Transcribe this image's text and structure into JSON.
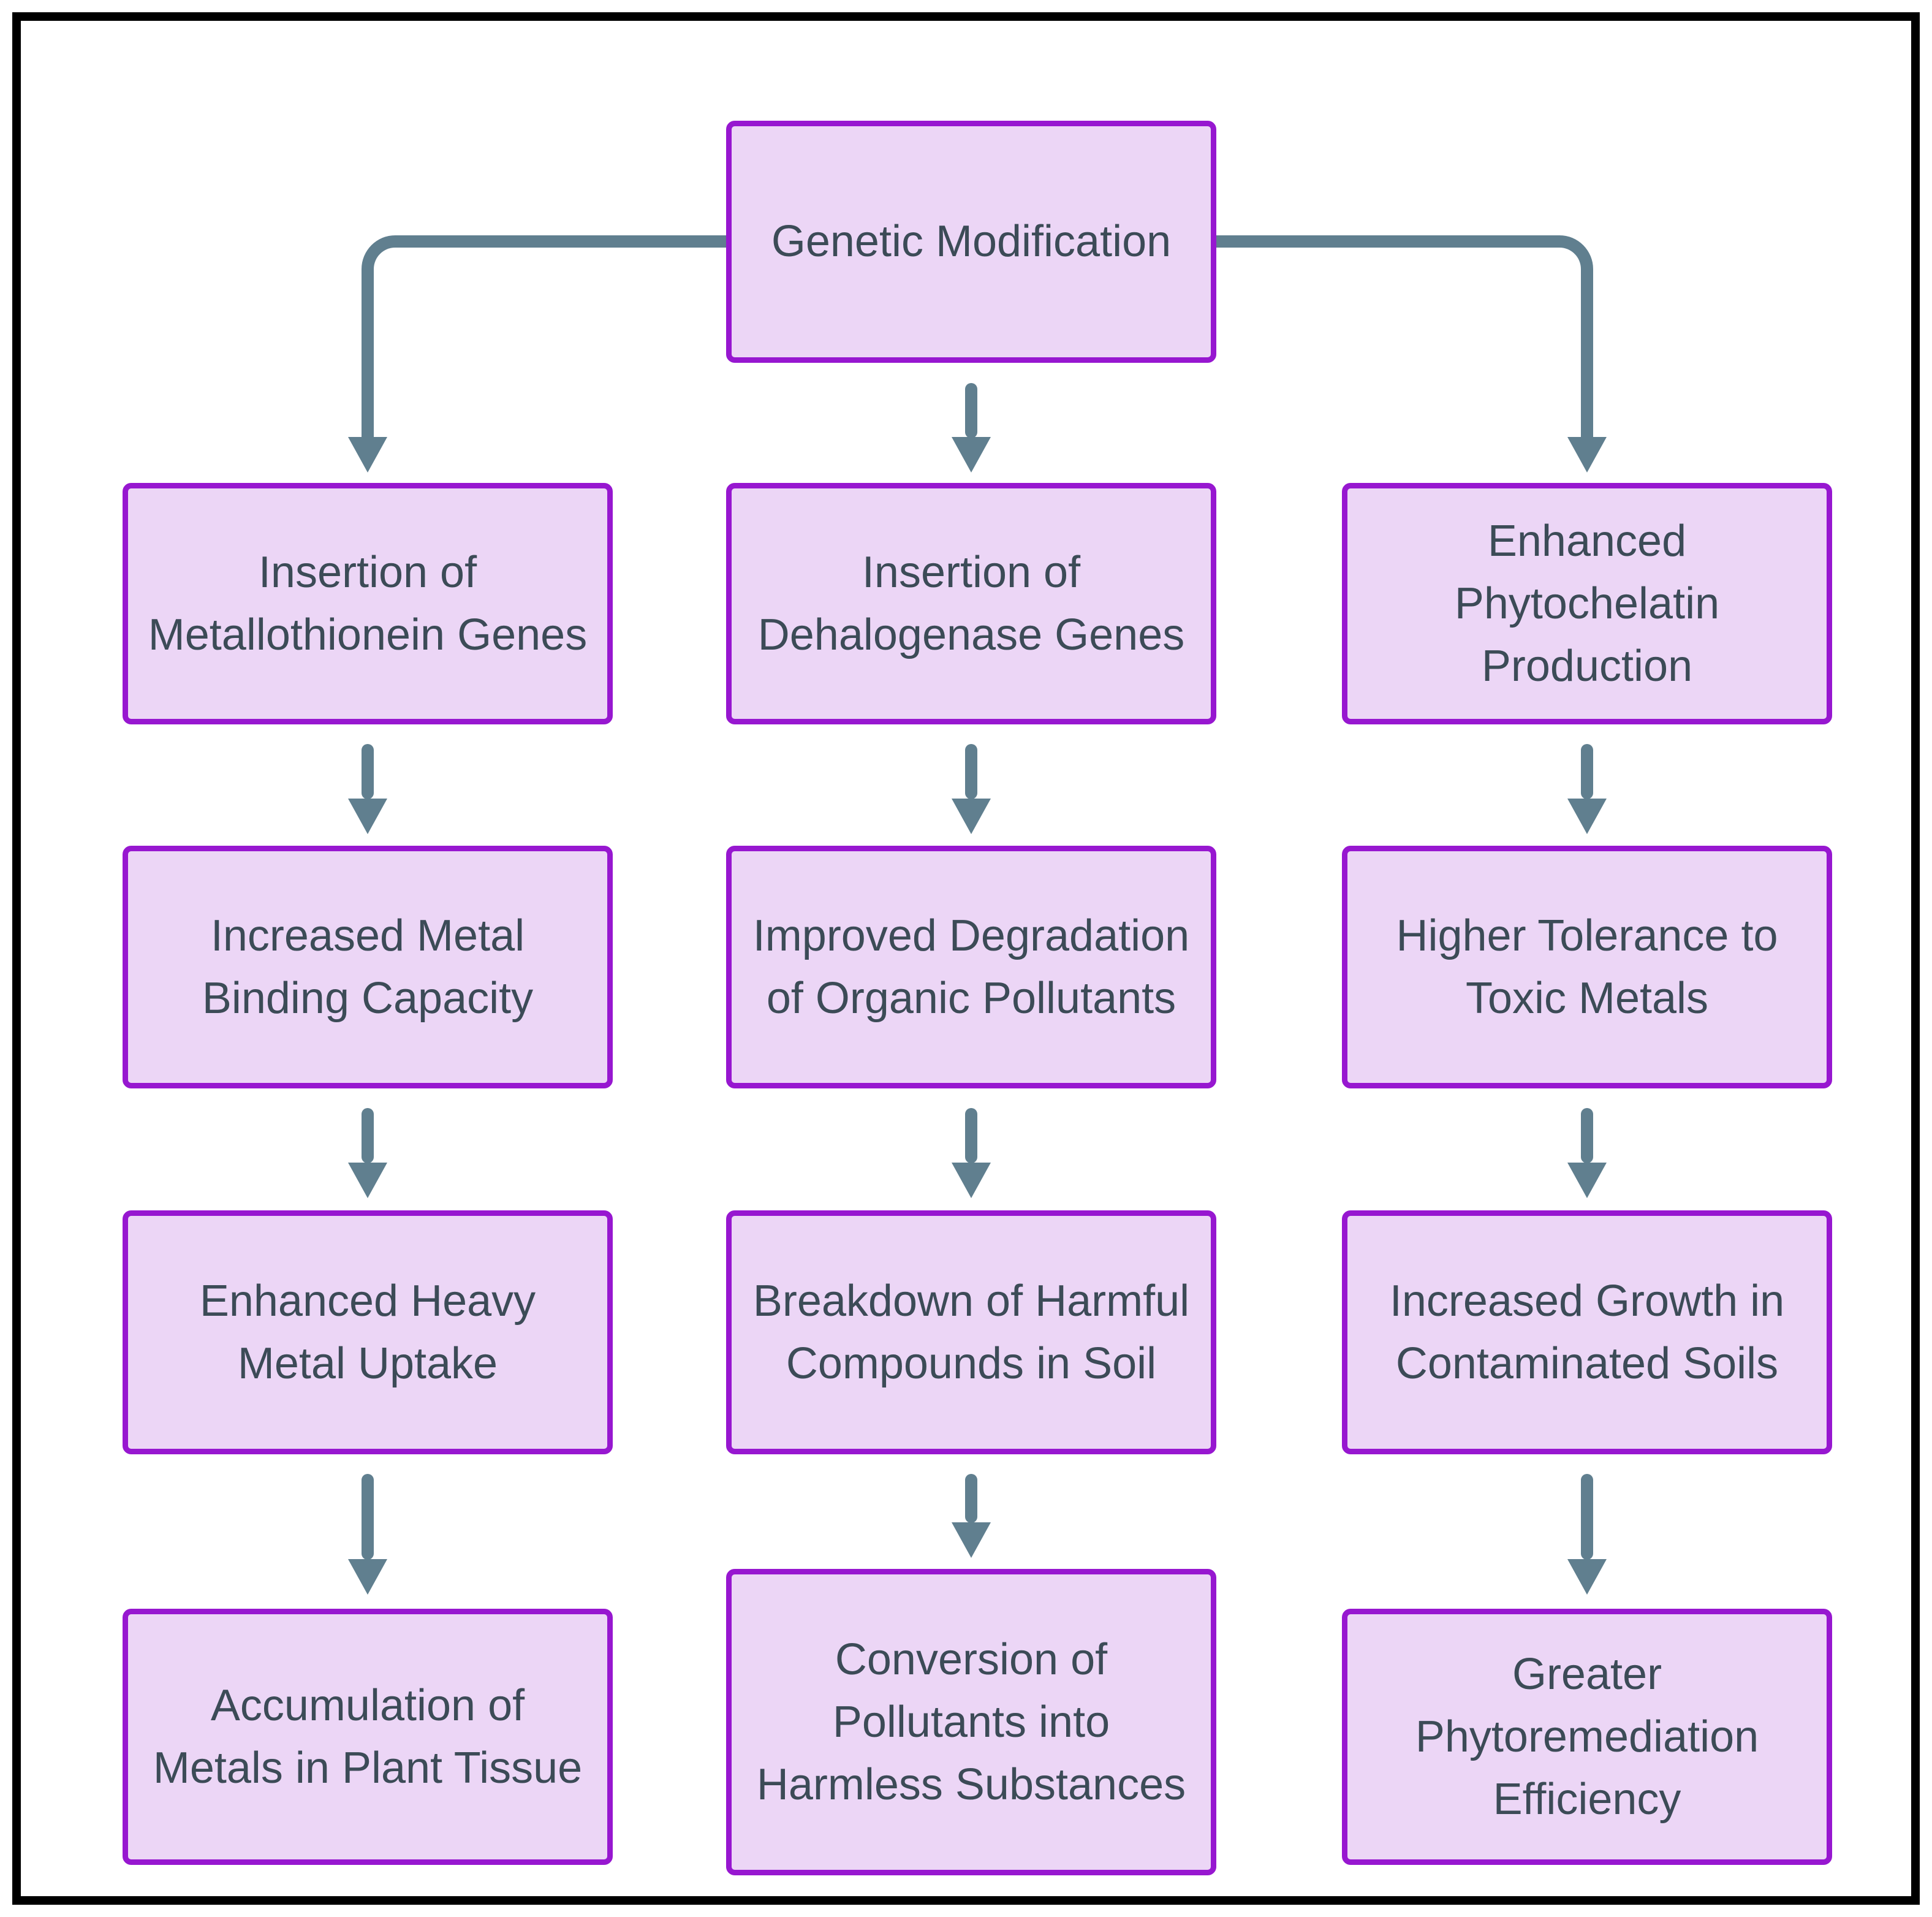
{
  "diagram": {
    "root": "Genetic Modification",
    "columns": [
      {
        "nodes": [
          "Insertion of Metallothionein Genes",
          "Increased Metal Binding Capacity",
          "Enhanced Heavy Metal Uptake",
          "Accumulation of Metals in Plant Tissue"
        ]
      },
      {
        "nodes": [
          "Insertion of Dehalogenase Genes",
          "Improved Degradation of Organic Pollutants",
          "Breakdown of Harmful Compounds in Soil",
          "Conversion of Pollutants into Harmless Substances"
        ]
      },
      {
        "nodes": [
          "Enhanced Phytochelatin Production",
          "Higher Tolerance to Toxic Metals",
          "Increased Growth in Contaminated Soils",
          "Greater Phytoremediation Efficiency"
        ]
      }
    ],
    "colors": {
      "node_fill": "#ecd6f6",
      "node_border": "#9717d0",
      "arrow": "#607f8f",
      "text": "#3c4b57",
      "frame": "#000000",
      "background": "#ffffff"
    }
  }
}
